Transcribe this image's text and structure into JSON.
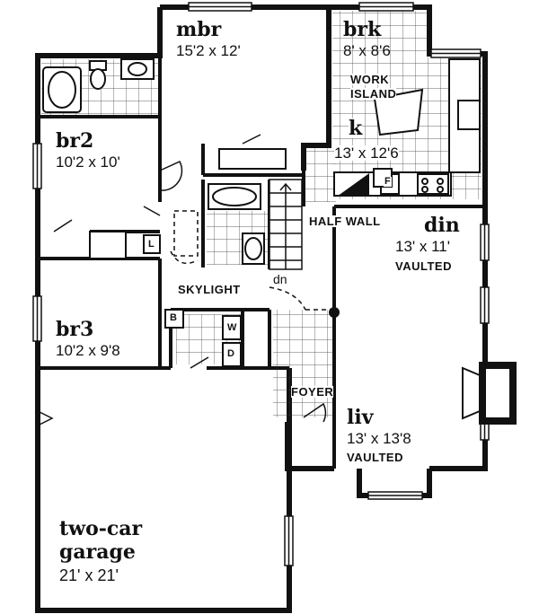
{
  "rooms": {
    "mbr": {
      "name": "mbr",
      "dims": "15'2 x 12'"
    },
    "brk": {
      "name": "brk",
      "dims": "8' x 8'6"
    },
    "kitchen": {
      "name": "k",
      "dims": "13' x 12'6"
    },
    "br2": {
      "name": "br2",
      "dims": "10'2 x 10'"
    },
    "br3": {
      "name": "br3",
      "dims": "10'2 x 9'8"
    },
    "din": {
      "name": "din",
      "dims": "13' x 11'",
      "note": "VAULTED"
    },
    "liv": {
      "name": "liv",
      "dims": "13' x 13'8",
      "note": "VAULTED"
    },
    "garage": {
      "name_line1": "two-car",
      "name_line2": "garage",
      "dims": "21' x 21'"
    }
  },
  "labels": {
    "work": "WORK",
    "island": "ISLAND",
    "half_wall": "HALF WALL",
    "skylight": "SKYLIGHT",
    "dn": "dn",
    "foyer": "FOYER",
    "linen": "L",
    "broom": "B",
    "washer": "W",
    "dryer": "D",
    "fridge": "F"
  }
}
